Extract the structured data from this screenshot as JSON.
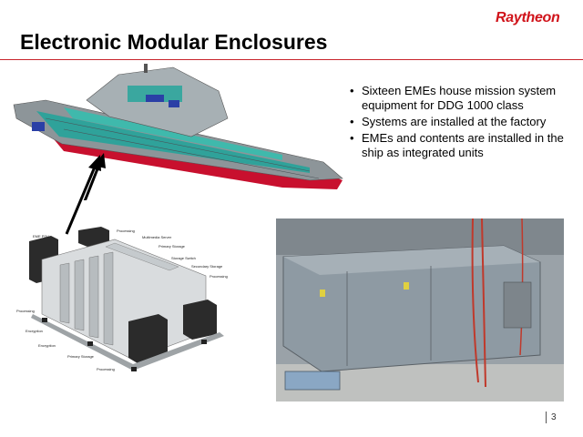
{
  "header": {
    "logo_text": "Raytheon",
    "title": "Electronic Modular Enclosures"
  },
  "bullets": [
    "Sixteen EMEs house mission system equipment for DDG 1000 class",
    "Systems are installed at the factory",
    "EMEs and contents are installed in the ship as integrated units"
  ],
  "diagram_labels": [
    "EME PDU",
    "Processing",
    "Multimedia Server",
    "Primary Storage",
    "Storage Switch",
    "Secondary Storage",
    "Processing",
    "Processing",
    "Encryption",
    "Encryption",
    "Primary Storage",
    "Processing"
  ],
  "footer": {
    "page_number": "3"
  },
  "colors": {
    "brand_red": "#d0131a",
    "rule_red": "#c8242b"
  }
}
